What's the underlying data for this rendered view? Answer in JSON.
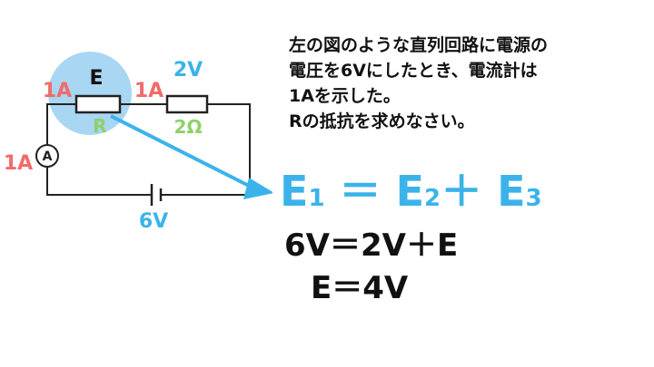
{
  "colors": {
    "current": "#f26b6b",
    "voltage": "#3bb3ea",
    "resistance": "#8ed16a",
    "highlight": "#a9d6f2",
    "wire": "#222222"
  },
  "circuit": {
    "label_E": "E",
    "label_R": "R",
    "label_current_left": "1A",
    "label_current_middle": "1A",
    "label_current_meter": "1A",
    "label_voltage_resistor": "2V",
    "label_resistance": "2Ω",
    "ammeter_symbol": "A",
    "label_source_voltage": "6V"
  },
  "problem": {
    "lines": [
      "左の図のような直列回路に電源の",
      "電圧を6Vにしたとき、電流計は",
      "1Aを示した。",
      "Rの抵抗を求めなさい。"
    ]
  },
  "equations": {
    "main": {
      "e1": "E",
      "s1": "1",
      "eq": "＝",
      "e2": "E",
      "s2": "2",
      "plus": "＋",
      "e3": "E",
      "s3": "3"
    },
    "line2": "6V＝2V＋E",
    "line3": "E＝4V"
  }
}
